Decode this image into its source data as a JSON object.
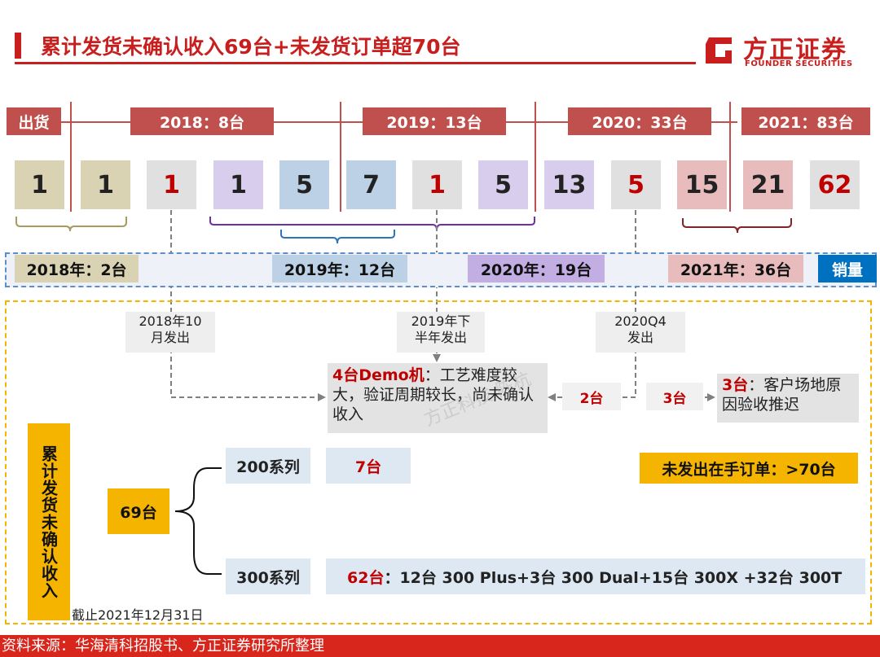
{
  "title": "累计发货未确认收入69台+未发货订单超70台",
  "logo": {
    "cn": "方正证券",
    "en": "FOUNDER SECURITIES"
  },
  "shipping_header": {
    "label": "出货",
    "years": [
      "2018：8台",
      "2019：13台",
      "2020：33台",
      "2021：83台"
    ]
  },
  "boxes": [
    "1",
    "1",
    "1",
    "1",
    "5",
    "7",
    "1",
    "5",
    "13",
    "5",
    "15",
    "21",
    "62"
  ],
  "sales": {
    "items": [
      "2018年：2台",
      "2019年：12台",
      "2020年：19台",
      "2021年：36台"
    ],
    "label": "销量"
  },
  "notes": {
    "n2018": "2018年10月发出",
    "n2019": "2019年下半年发出",
    "n2020": "2020Q4发出"
  },
  "demo": {
    "highlight": "4台Demo机",
    "text": "：工艺难度较大，验证周期较长，尚未确认收入"
  },
  "mid_2": "2台",
  "mid_3": "3台",
  "delay": {
    "highlight": "3台",
    "text": "：客户场地原因验收推迟"
  },
  "watermark": "方正科技 陈杭",
  "cumulative": {
    "vertical_label": "累计发货未确认收入",
    "total": "69台",
    "s200_label": "200系列",
    "s200_value": "7台",
    "s300_label": "300系列",
    "s300_highlight": "62台",
    "s300_detail": "：12台 300 Plus+3台 300 Dual+15台 300X +32台 300T",
    "backlog": "未发出在手订单：>70台",
    "cutoff": "截止2021年12月31日"
  },
  "source": "资料来源：华海清科招股书、方正证券研究所整理",
  "colors": {
    "brand_red": "#c81e1e",
    "header_red": "#c0504d",
    "khaki": "#d9d3b4",
    "grey": "#e0e0e0",
    "lavender": "#d9cdee",
    "light_blue": "#bcd0e6",
    "pink": "#e8bcbc",
    "sales_blue": "#0070c0",
    "yellow": "#f5b400"
  }
}
